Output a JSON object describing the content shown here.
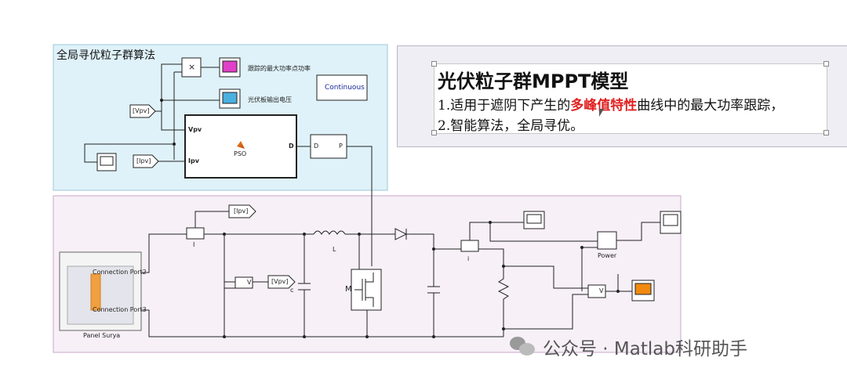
{
  "pso_area": {
    "title": "全局寻优粒子群算法",
    "scope_label_1": "跟踪的最大功率点功率",
    "scope_label_2": "光伏板输出电压",
    "continuous_label": "Continuous",
    "goto_vpv": "[Vpv]",
    "goto_ipv": "[Ipv]",
    "product_symbol": "×",
    "pso_block": {
      "port_vpv": "Vpv",
      "port_ipv": "Ipv",
      "port_d": "D",
      "name": "PSO"
    },
    "dp_block": {
      "port_d": "D",
      "port_p": "P"
    }
  },
  "circuit_area": {
    "panel": {
      "port2": "Connection Port2",
      "port3": "Connection Port3",
      "name": "Panel Surya"
    },
    "goto_ipv": "[Ipv]",
    "goto_vpv": "[Vpv]",
    "current_sensor_label": "I",
    "voltage_sensor_label": "V",
    "capacitor_label": "c",
    "inductor_label": "L",
    "mosfet_label": "M",
    "power_label": "Power",
    "current_sensor2_label": "i",
    "v_label": "V"
  },
  "note": {
    "title": "光伏粒子群MPPT模型",
    "line1_pre": "1.适用于遮阴下产生的",
    "line1_highlight": "多峰值特性",
    "line1_post": "曲线中的最大功率跟踪，",
    "line2": "2.智能算法，全局寻优。"
  },
  "watermark": {
    "text": "公众号 · Matlab科研助手"
  },
  "colors": {
    "pso_bg": "#dff2f9",
    "circuit_bg": "#f7f0f7",
    "scope_magenta": "#e040c8",
    "scope_blue": "#4ab0e0",
    "scope_orange": "#f08a10",
    "highlight": "#e02020"
  }
}
